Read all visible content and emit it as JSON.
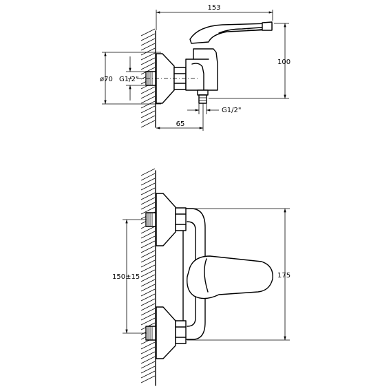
{
  "side_view": {
    "width_label": "153",
    "height_label": "100",
    "flange_diameter_label": "ø70",
    "inlet_thread_label": "G1/2\"",
    "outlet_thread_label": "G1/2\"",
    "depth_label": "65"
  },
  "front_view": {
    "spacing_label": "150±15",
    "height_label": "175"
  }
}
